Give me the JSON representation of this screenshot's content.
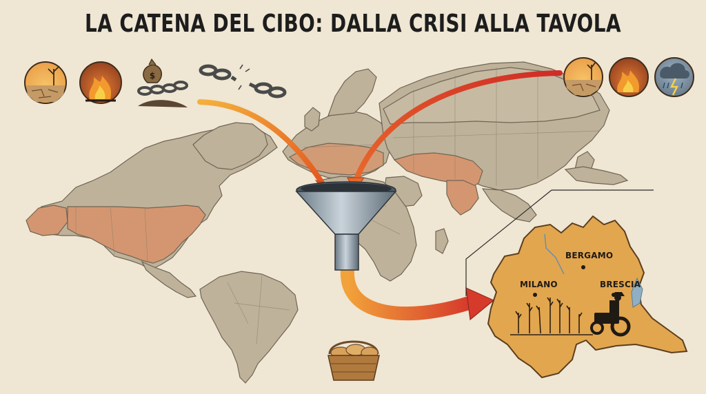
{
  "title": "LA CATENA DEL CIBO: DALLA CRISI ALLA TAVOLA",
  "icons": {
    "left": [
      "drought-icon",
      "wildfire-icon",
      "money-bag-chain-icon",
      "broken-chain-icon"
    ],
    "right": [
      "drought-icon",
      "wildfire-icon",
      "storm-icon"
    ],
    "center": "funnel-icon",
    "bottom": "bread-basket-icon",
    "inset": [
      "wheat-icon",
      "tractor-icon"
    ]
  },
  "map": {
    "cities": [
      {
        "name": "BERGAMO"
      },
      {
        "name": "MILANO"
      },
      {
        "name": "BRESCIA"
      }
    ]
  },
  "colors": {
    "background": "#efe6d3",
    "land": "#bfb29a",
    "highlight": "#d49670",
    "arrow_orange": "#f08a2a",
    "arrow_red": "#d8392b",
    "lombardy": "#e2a64f"
  }
}
